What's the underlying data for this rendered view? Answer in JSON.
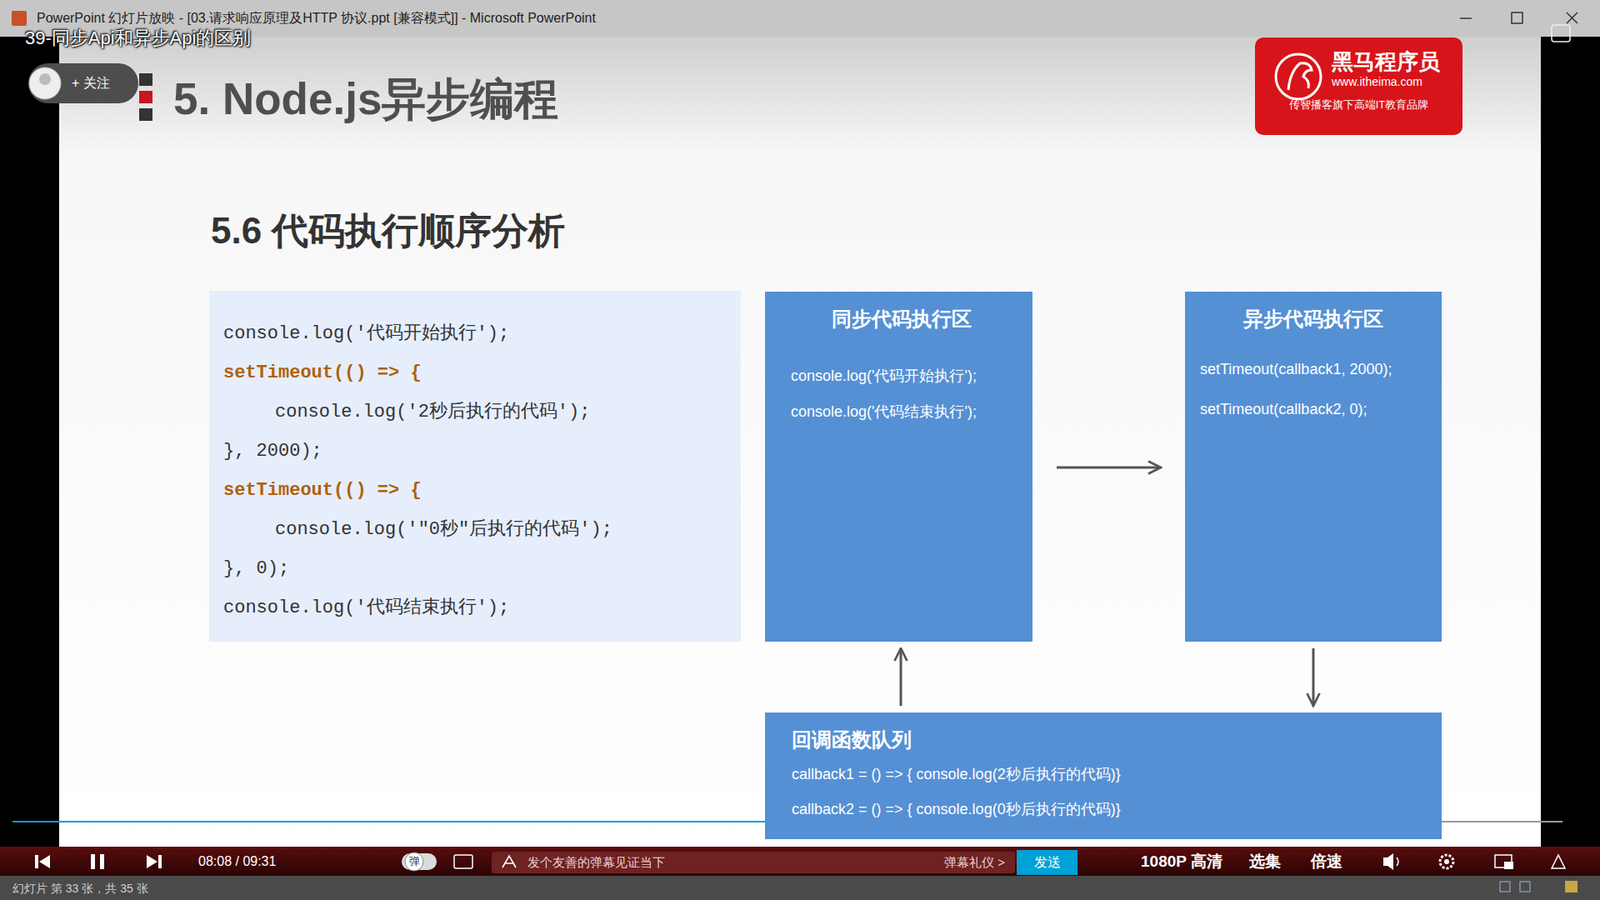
{
  "diagram": {
    "title": "5. Node.js异步编程",
    "nodes": [
      {
        "text": [
          "+ 关注"
        ]
      },
      {
        "text": [
          "黑马程序员",
          "www.itheima.com",
          "传智播客旗下高端IT教育品牌"
        ]
      },
      {
        "text": [
          "console.log('代码开始执行');",
          "setTimeout(() => {",
          "console.log('2秒后执行的代码');",
          "}, 2000);",
          "setTimeout(() => {",
          "console.log('\"0秒\"后执行的代码');",
          "}, 0);",
          "console.log('代码结束执行');"
        ]
      },
      {
        "text": [
          "同步代码执行区",
          "console.log('代码开始执行');",
          "console.log('代码结束执行');"
        ]
      },
      {
        "text": [
          "异步代码执行区",
          "setTimeout(callback1, 2000);",
          "setTimeout(callback2, 0);"
        ]
      },
      {
        "text": [
          "回调函数队列",
          "callback1 = () => { console.log(2秒后执行的代码)}",
          "callback2 = () => { console.log(0秒后执行的代码)}"
        ]
      },
      {
        "text": [
          "发个友善的弹幕见证当下",
          "弹幕礼仪 >"
        ]
      },
      {
        "text": [
          "发送"
        ]
      }
    ],
    "edges": [
      {
        "from": 3,
        "to": 4,
        "arrow": "to"
      },
      {
        "from": 4,
        "to": 5,
        "arrow": "to"
      },
      {
        "from": 5,
        "to": 3,
        "arrow": "to"
      }
    ],
    "labels": [
      "PowerPoint 幻灯片放映 - [03.请求响应原理及HTTP 协议.ppt [兼容模式]] - Microsoft PowerPoint",
      "39-同步Api和异步Api的区别",
      "5.6 代码执行顺序分析",
      "08:08 / 09:31",
      "弹",
      "1080P 高清",
      "选集",
      "倍速",
      "幻灯片 第 33 张，共 35 张"
    ]
  }
}
